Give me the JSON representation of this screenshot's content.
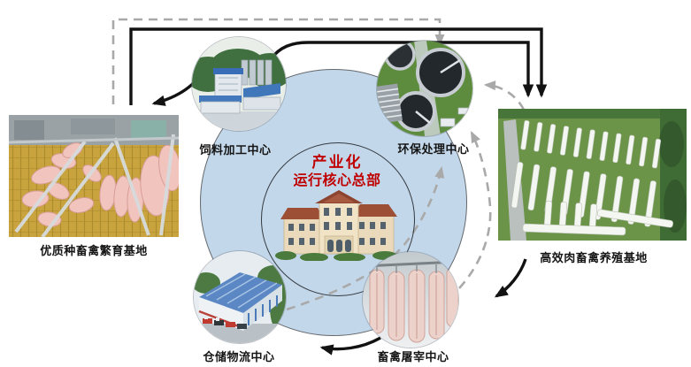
{
  "diagram": {
    "description": "Industrialized livestock operation hub-and-spoke diagram",
    "center": {
      "line1": "产业化",
      "line2": "运行核心总部"
    },
    "nodes": [
      {
        "id": "feed-processing-center",
        "label": "饲料加工中心",
        "shape": "circle-photo",
        "photo": "blue-roofed feed mill with silos"
      },
      {
        "id": "environmental-treatment-center",
        "label": "环保处理中心",
        "shape": "circle-photo",
        "photo": "aerial sewage treatment tanks"
      },
      {
        "id": "breeding-base",
        "label": "优质种畜禽繁育基地",
        "shape": "rect-photo",
        "photo": "piglets in pens"
      },
      {
        "id": "fattening-base",
        "label": "高效肉畜禽养殖基地",
        "shape": "rect-photo",
        "photo": "aerial rows of white livestock barns"
      },
      {
        "id": "warehouse-logistics-center",
        "label": "仓储物流中心",
        "shape": "circle-photo",
        "photo": "blue warehouse with trucks"
      },
      {
        "id": "slaughter-center",
        "label": "畜禽屠宰中心",
        "shape": "circle-photo",
        "photo": "hanging carcasses on rail"
      }
    ],
    "flows": {
      "solid": [
        {
          "from": "breeding-base",
          "to": "fattening-base"
        },
        {
          "from": "feed-processing-center",
          "to": "fattening-base"
        },
        {
          "from": "feed-processing-center",
          "to": "breeding-base"
        },
        {
          "from": "fattening-base",
          "to": "slaughter-center"
        },
        {
          "from": "slaughter-center",
          "to": "warehouse-logistics-center"
        }
      ],
      "dashed": [
        {
          "from": "breeding-base",
          "to": "environmental-treatment-center"
        },
        {
          "from": "warehouse-logistics-center",
          "to": "environmental-treatment-center"
        },
        {
          "from": "slaughter-center",
          "to": "environmental-treatment-center"
        },
        {
          "from": "fattening-base",
          "to": "environmental-treatment-center"
        }
      ]
    },
    "colors": {
      "background": "#ffffff",
      "circle_fill": "#c3d7ea",
      "circle_border": "#63686d",
      "center_text": "#c00000",
      "label_text": "#151515",
      "arrow_solid": "#121212",
      "arrow_dashed": "#a9a9a9"
    }
  }
}
